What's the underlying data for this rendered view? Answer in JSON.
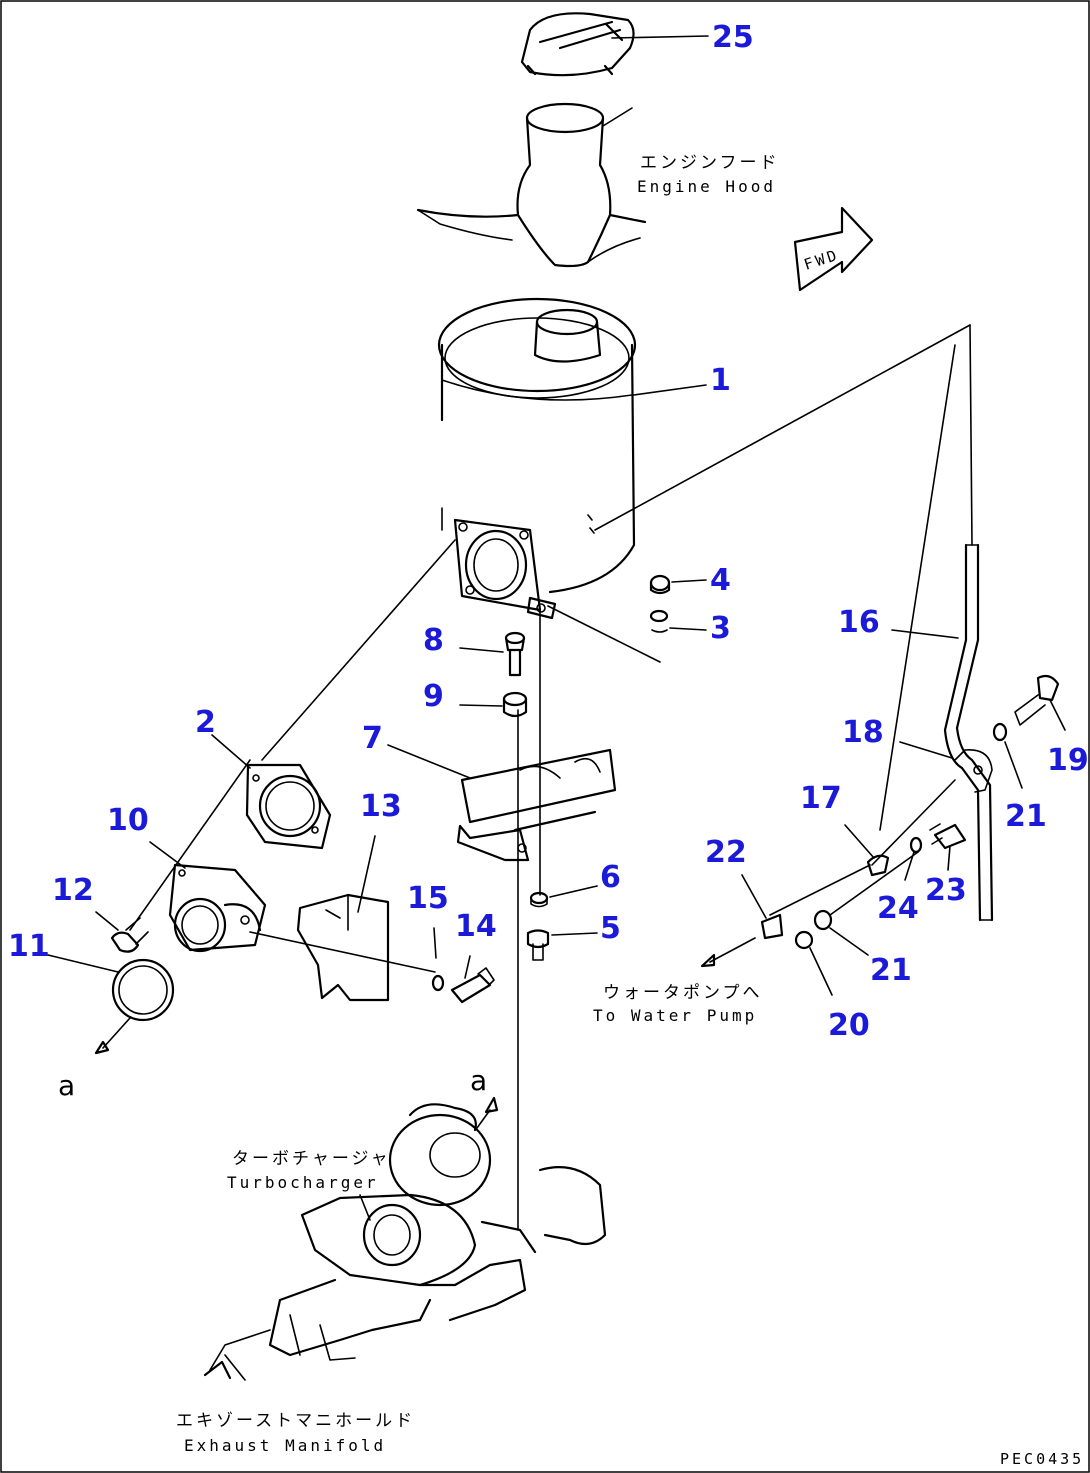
{
  "diagram": {
    "part_numbers": [
      "25",
      "1",
      "4",
      "3",
      "8",
      "16",
      "9",
      "7",
      "2",
      "13",
      "18",
      "19",
      "10",
      "17",
      "21",
      "22",
      "12",
      "6",
      "24",
      "23",
      "15",
      "14",
      "11",
      "5",
      "21",
      "20"
    ],
    "labels": {
      "engine_hood_jp": "エンジンフード",
      "engine_hood_en": "Engine Hood",
      "to_water_pump_jp": "ウォータポンプへ",
      "to_water_pump_en": "To Water Pump",
      "turbocharger_jp": "ターボチャージャ",
      "turbocharger_en": "Turbocharger",
      "exhaust_manifold_jp": "エキゾーストマニホールド",
      "exhaust_manifold_en": "Exhaust Manifold"
    },
    "section_refs": {
      "left": "a",
      "right": "a"
    },
    "badge": "FWD",
    "drawing_code": "PEC0435"
  },
  "colors": {
    "callout": "#1a1ad8",
    "line": "#000000",
    "background": "#ffffff"
  }
}
